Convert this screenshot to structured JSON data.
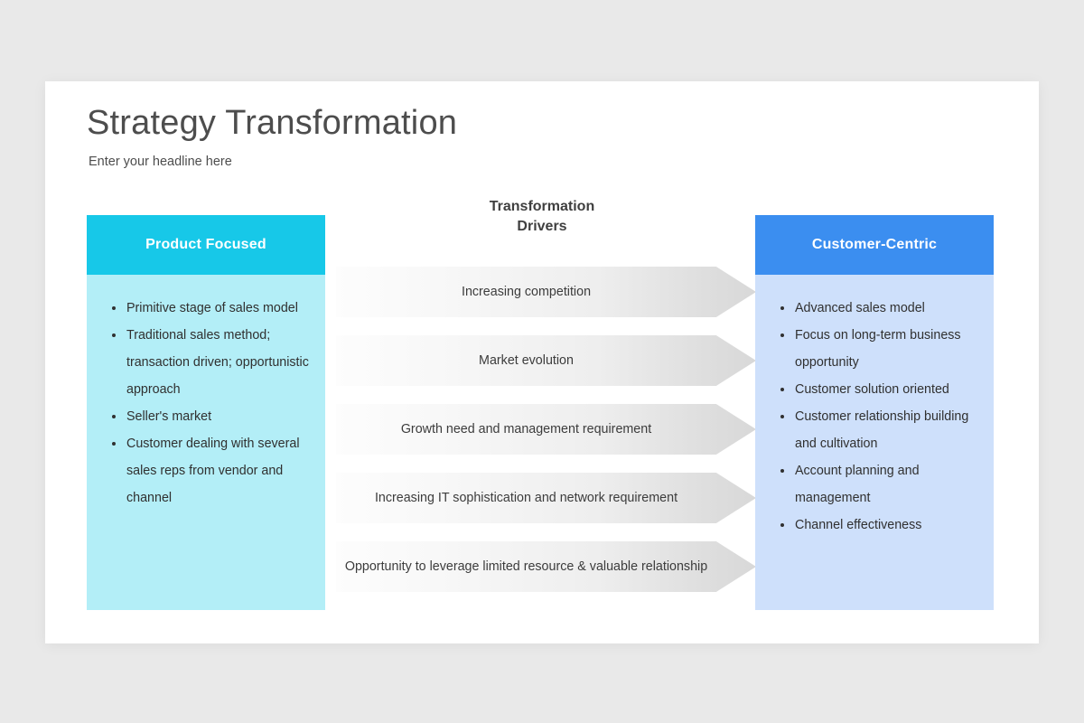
{
  "page": {
    "background_color": "#e9e9e9",
    "card_background": "#ffffff"
  },
  "slide": {
    "title": "Strategy Transformation",
    "subtitle": "Enter your headline here"
  },
  "left_column": {
    "header": "Product Focused",
    "header_color": "#17c8e8",
    "body_color": "#b3eef7",
    "bullets": [
      "Primitive stage of sales model",
      "Traditional sales method; transaction driven; opportunistic approach",
      "Seller's market",
      "Customer dealing with several sales reps from vendor and channel"
    ]
  },
  "right_column": {
    "header": "Customer-Centric",
    "header_color": "#3b8ef0",
    "body_color": "#cee0fb",
    "bullets": [
      "Advanced sales model",
      "Focus on long-term business opportunity",
      "Customer solution oriented",
      "Customer relationship building and cultivation",
      "Account planning and management",
      "Channel effectiveness"
    ]
  },
  "center": {
    "heading_line1": "Transformation",
    "heading_line2": "Drivers",
    "arrows": [
      {
        "label": "Increasing competition"
      },
      {
        "label": "Market evolution"
      },
      {
        "label": "Growth need and management requirement"
      },
      {
        "label": "Increasing IT sophistication and network requirement"
      },
      {
        "label": "Opportunity to leverage limited resource & valuable relationship"
      }
    ]
  }
}
